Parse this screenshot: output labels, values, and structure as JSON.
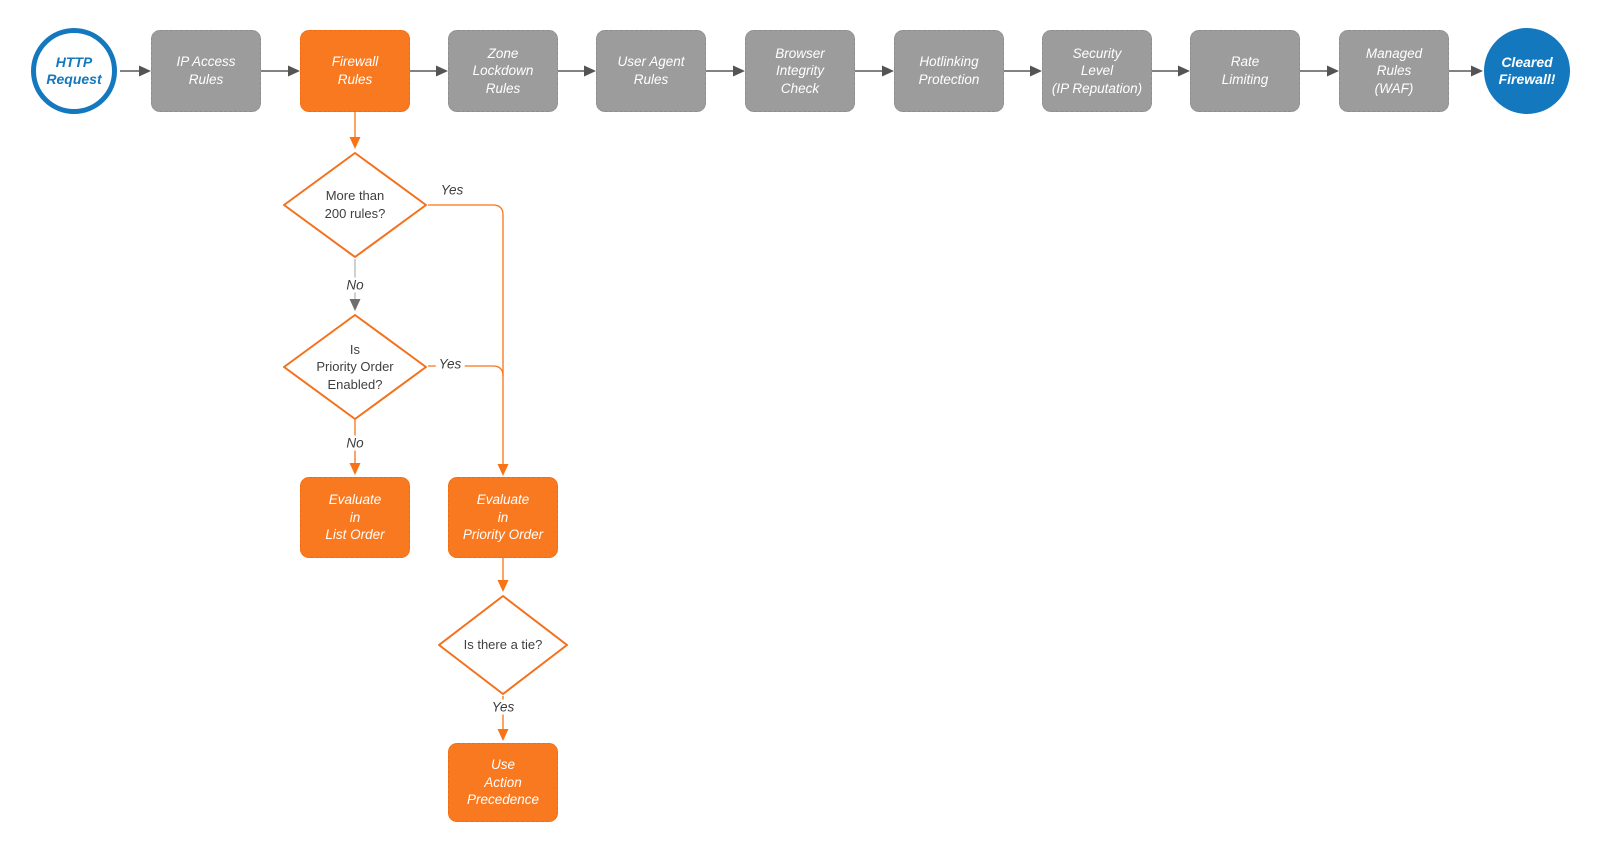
{
  "colors": {
    "accent_orange": "#f97920",
    "node_gray": "#9c9c9c",
    "brand_blue": "#1478be",
    "connector_dark": "#545454",
    "diamond_stroke": "#f4711c"
  },
  "flow": {
    "start": {
      "label": "HTTP\nRequest"
    },
    "pipeline": [
      {
        "label": "IP Access\nRules"
      },
      {
        "label": "Firewall\nRules"
      },
      {
        "label": "Zone\nLockdown\nRules"
      },
      {
        "label": "User Agent\nRules"
      },
      {
        "label": "Browser\nIntegrity\nCheck"
      },
      {
        "label": "Hotlinking\nProtection"
      },
      {
        "label": "Security\nLevel\n(IP Reputation)"
      },
      {
        "label": "Rate\nLimiting"
      },
      {
        "label": "Managed\nRules\n(WAF)"
      }
    ],
    "end": {
      "label": "Cleared\nFirewall!"
    },
    "decisions": [
      {
        "label": "More than\n200 rules?"
      },
      {
        "label": "Is\nPriority Order\nEnabled?"
      },
      {
        "label": "Is there a tie?"
      }
    ],
    "actions": [
      {
        "label": "Evaluate\nin\nList Order"
      },
      {
        "label": "Evaluate\nin\nPriority Order"
      },
      {
        "label": "Use\nAction\nPrecedence"
      }
    ],
    "edge_labels": [
      {
        "text": "Yes"
      },
      {
        "text": "No"
      },
      {
        "text": "Yes"
      },
      {
        "text": "No"
      },
      {
        "text": "Yes"
      }
    ]
  }
}
